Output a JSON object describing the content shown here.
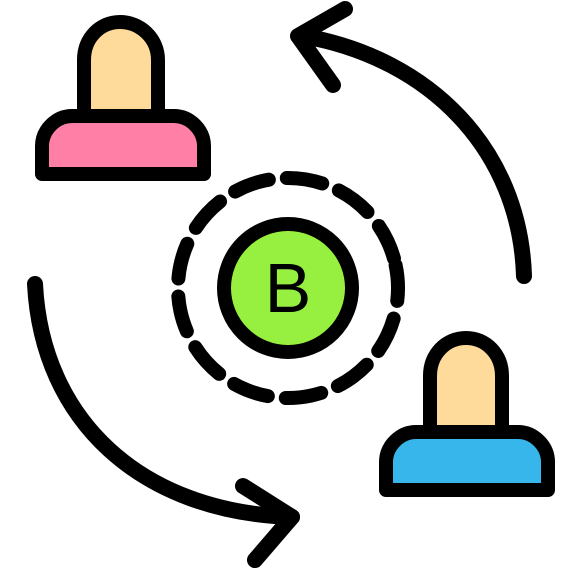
{
  "coin": {
    "letter": "B",
    "fill_color": "#97F03F"
  },
  "users": [
    {
      "name": "user-top-left",
      "head_color": "#FFDB9B",
      "body_color": "#FF7FA6"
    },
    {
      "name": "user-bottom-right",
      "head_color": "#FFDB9B",
      "body_color": "#36B6EA"
    }
  ],
  "outline_color": "#000000",
  "icons": [
    "exchange-arrow-icon",
    "user-icon",
    "coin-icon",
    "dashed-ring"
  ]
}
